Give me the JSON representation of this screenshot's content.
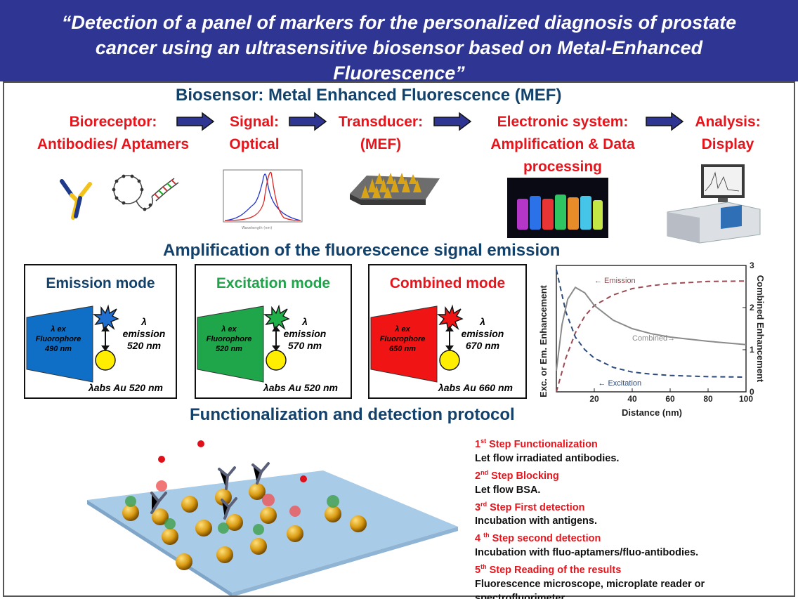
{
  "header": {
    "title_line1": "“Detection of a panel of markers for the personalized diagnosis of prostate",
    "title_line2": "cancer using an ultrasensitive biosensor based on Metal-Enhanced",
    "title_line3": "Fluorescence”"
  },
  "biosensor": {
    "title": "Biosensor: Metal Enhanced Fluorescence (MEF)",
    "stages": [
      {
        "line1": "Bioreceptor:",
        "line2": "Antibodies/ Aptamers",
        "line3": ""
      },
      {
        "line1": "Signal:",
        "line2": "Optical",
        "line3": ""
      },
      {
        "line1": "Transducer:",
        "line2": "(MEF)",
        "line3": ""
      },
      {
        "line1": "Electronic system:",
        "line2": "Amplification & Data",
        "line3": "processing"
      },
      {
        "line1": "Analysis:",
        "line2": "Display",
        "line3": ""
      }
    ]
  },
  "amplification": {
    "title": "Amplification of the fluorescence signal emission",
    "modes": [
      {
        "title": "Emission mode",
        "title_color": "#12416b",
        "trap_color": "#0f6fc6",
        "star_color": "#1e6fd0",
        "ex_l1": "λ ex",
        "ex_l2": "Fluorophore",
        "ex_l3": "490 nm",
        "em_l1": "λ",
        "em_l2": "emission",
        "em_l3": "520 nm",
        "abs": "λabs Au 520 nm"
      },
      {
        "title": "Excitation mode",
        "title_color": "#20a44a",
        "trap_color": "#1fa64b",
        "star_color": "#20b04a",
        "ex_l1": "λ ex",
        "ex_l2": "Fluorophore",
        "ex_l3": "520 nm",
        "em_l1": "λ",
        "em_l2": "emission",
        "em_l3": "570 nm",
        "abs": "λabs Au 520 nm"
      },
      {
        "title": "Combined mode",
        "title_color": "#e8141c",
        "trap_color": "#f01414",
        "star_color": "#f01414",
        "ex_l1": "λ ex",
        "ex_l2": "Fluorophore",
        "ex_l3": "650 nm",
        "em_l1": "λ",
        "em_l2": "emission",
        "em_l3": "670 nm",
        "abs": "λabs Au 660 nm"
      }
    ]
  },
  "chart_data": {
    "type": "line",
    "xlabel": "Distance (nm)",
    "ylabel_left": "Exc. or Em. Enhancement",
    "ylabel_right": "Combined Enhancement",
    "xlim": [
      0,
      100
    ],
    "xticks": [
      20,
      40,
      60,
      80,
      100
    ],
    "ylim_right": [
      0,
      3
    ],
    "yticks_right": [
      0,
      1,
      2,
      3
    ],
    "series": [
      {
        "name": "Emission",
        "color": "#9a4a52",
        "dash": true,
        "x": [
          0,
          5,
          10,
          15,
          20,
          30,
          40,
          50,
          60,
          80,
          100
        ],
        "y": [
          0.0,
          0.8,
          1.4,
          1.8,
          2.05,
          2.3,
          2.45,
          2.52,
          2.57,
          2.62,
          2.63
        ]
      },
      {
        "name": "Excitation",
        "color": "#2b4a7a",
        "dash": true,
        "x": [
          0,
          5,
          10,
          15,
          20,
          30,
          40,
          50,
          60,
          80,
          100
        ],
        "y": [
          2.9,
          1.9,
          1.3,
          1.0,
          0.8,
          0.58,
          0.47,
          0.42,
          0.39,
          0.36,
          0.35
        ]
      },
      {
        "name": "Combined",
        "color": "#8a8a8a",
        "dash": false,
        "x": [
          0,
          3,
          6,
          10,
          15,
          20,
          30,
          40,
          50,
          60,
          80,
          100
        ],
        "y": [
          0.5,
          1.6,
          2.2,
          2.48,
          2.35,
          2.05,
          1.7,
          1.5,
          1.38,
          1.3,
          1.2,
          1.12
        ]
      }
    ]
  },
  "protocol": {
    "title": "Functionalization and detection protocol",
    "steps": [
      {
        "num": "1",
        "sup": "st",
        "label": " Step Functionalization",
        "desc": "Let flow irradiated antibodies."
      },
      {
        "num": "2",
        "sup": "nd",
        "label": " Step Blocking",
        "desc": "Let flow BSA."
      },
      {
        "num": "3",
        "sup": "rd",
        "label": " Step First detection",
        "desc": "Incubation with antigens."
      },
      {
        "num": "4 ",
        "sup": "th",
        "label": " Step second detection",
        "desc": "Incubation with fluo-aptamers/fluo-antibodies."
      },
      {
        "num": "5",
        "sup": "th",
        "label": " Step Reading of the results",
        "desc": "Fluorescence microscope, microplate reader or spectrofluorimeter."
      }
    ]
  }
}
